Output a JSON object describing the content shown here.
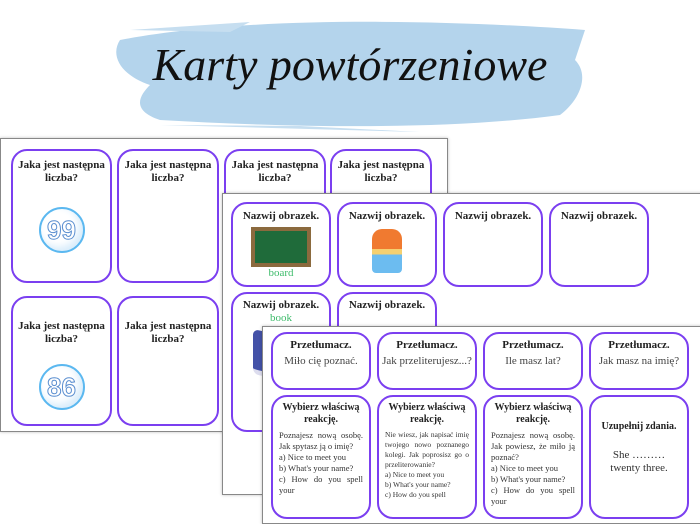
{
  "title": "Karty powtórzeniowe",
  "colors": {
    "card_border": "#7b3ff0",
    "banner": "#b4d4ec",
    "word": "#3dbb6a"
  },
  "sheet1": {
    "cards": [
      {
        "q": "Jaka jest następna liczba?",
        "n": "99"
      },
      {
        "q": "Jaka jest następna liczba?"
      },
      {
        "q": "Jaka jest następna liczba?"
      },
      {
        "q": "Jaka jest następna liczba?"
      },
      {
        "q": "Jaka jest następna liczba?",
        "n": "86"
      },
      {
        "q": "Jaka jest następna liczba?"
      }
    ]
  },
  "sheet2": {
    "cards": [
      {
        "q": "Nazwij obrazek.",
        "word": "board",
        "icon": "chalkboard"
      },
      {
        "q": "Nazwij obrazek.",
        "icon": "backpack"
      },
      {
        "q": "Nazwij obrazek."
      },
      {
        "q": "Nazwij obrazek."
      },
      {
        "q": "Nazwij obrazek.",
        "word": "book",
        "icon": "book"
      },
      {
        "q": "Nazwij obrazek."
      }
    ]
  },
  "sheet3": {
    "row1": [
      {
        "q": "Przetłumacz.",
        "t": "Miło cię poznać."
      },
      {
        "q": "Przetłumacz.",
        "t": "Jak przeliterujesz...?"
      },
      {
        "q": "Przetłumacz.",
        "t": "Ile masz lat?"
      },
      {
        "q": "Przetłumacz.",
        "t": "Jak masz na imię?"
      }
    ],
    "row2": [
      {
        "q": "Wybierz właściwą reakcję.",
        "text": "Poznajesz nową osobę. Jak spytasz ją o imię?",
        "a": "a) Nice to meet you",
        "b": "b) What's your name?",
        "c": "c) How do you spell your"
      },
      {
        "q": "Wybierz właściwą reakcję.",
        "text": "Nie wiesz, jak napisać imię twojego nowo poznanego kolegi. Jak poprosisz go o przeliterowanie?",
        "a": "a) Nice to meet you",
        "b": "b) What's your name?",
        "c": "c) How do you spell"
      },
      {
        "q": "Wybierz właściwą reakcję.",
        "text": "Poznajesz nową osobę. Jak powiesz, że miło ją poznać?",
        "a": "a) Nice to meet you",
        "b": "b) What's your name?",
        "c": "c) How do you spell your"
      },
      {
        "q": "Uzupełnij zdania.",
        "text": "She ……… twenty three."
      }
    ]
  }
}
